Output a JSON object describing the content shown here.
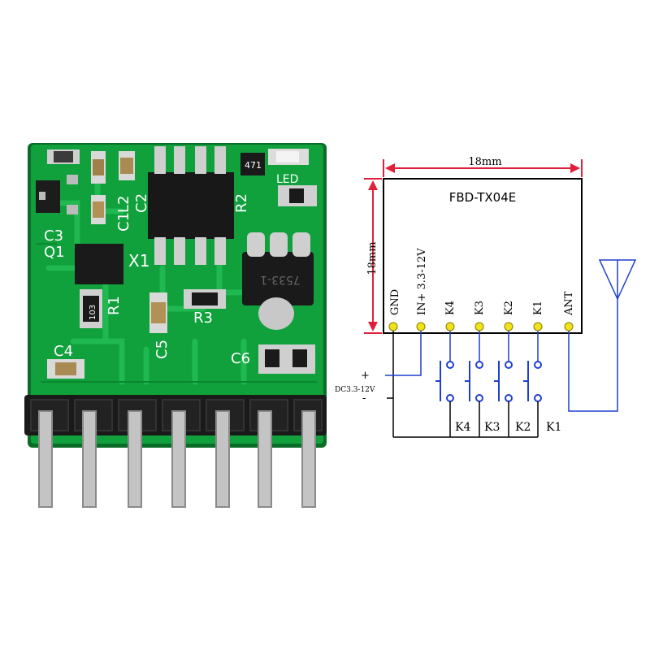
{
  "module": {
    "name": "FBD-TX04E",
    "width_label": "18mm",
    "height_label": "18mm",
    "pins": [
      "GND",
      "IN+ 3.3-12V",
      "K4",
      "K3",
      "K2",
      "K1",
      "ANT"
    ]
  },
  "supply": {
    "plus": "+",
    "minus": "-",
    "label": "DC3.3-12V"
  },
  "switches": [
    "K4",
    "K3",
    "K2",
    "K1"
  ],
  "board": {
    "silkscreen": [
      "C3",
      "Q1",
      "C1",
      "L2",
      "C2",
      "X1",
      "R2",
      "LED",
      "R1",
      "R3",
      "C5",
      "C4",
      "C6",
      "103",
      "7533-1",
      "471"
    ]
  },
  "colors": {
    "pcb": "#0f9a3a",
    "pcb_dark": "#0b7f2e",
    "trace": "#14a844",
    "pad": "#d9d9d9",
    "header": "#1a1a1a",
    "pin": "#c8c8c8",
    "dimension": "#e0203a",
    "wire": "#1f3fd0",
    "pin_dot": "#f2e21a"
  }
}
